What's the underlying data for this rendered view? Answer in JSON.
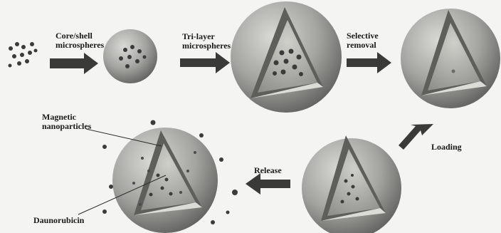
{
  "labels": {
    "core_shell": [
      "Core/shell",
      "microspheres"
    ],
    "tri_layer": [
      "Tri-layer",
      "microspheres"
    ],
    "selective": [
      "Selective",
      "removal"
    ],
    "loading": "Loading",
    "release": "Release",
    "magnetic": [
      "Magnetic",
      "nanoparticles"
    ],
    "daunorubicin": "Daunorubicin"
  },
  "colors": {
    "sphere_light": "#c9c9c5",
    "sphere_dark": "#5a5a58",
    "shell_wall": "#8e8e8a",
    "inner_fill": "#b9b9b4",
    "arrow": "#3a3a38",
    "particle": "#3b3b3a"
  }
}
